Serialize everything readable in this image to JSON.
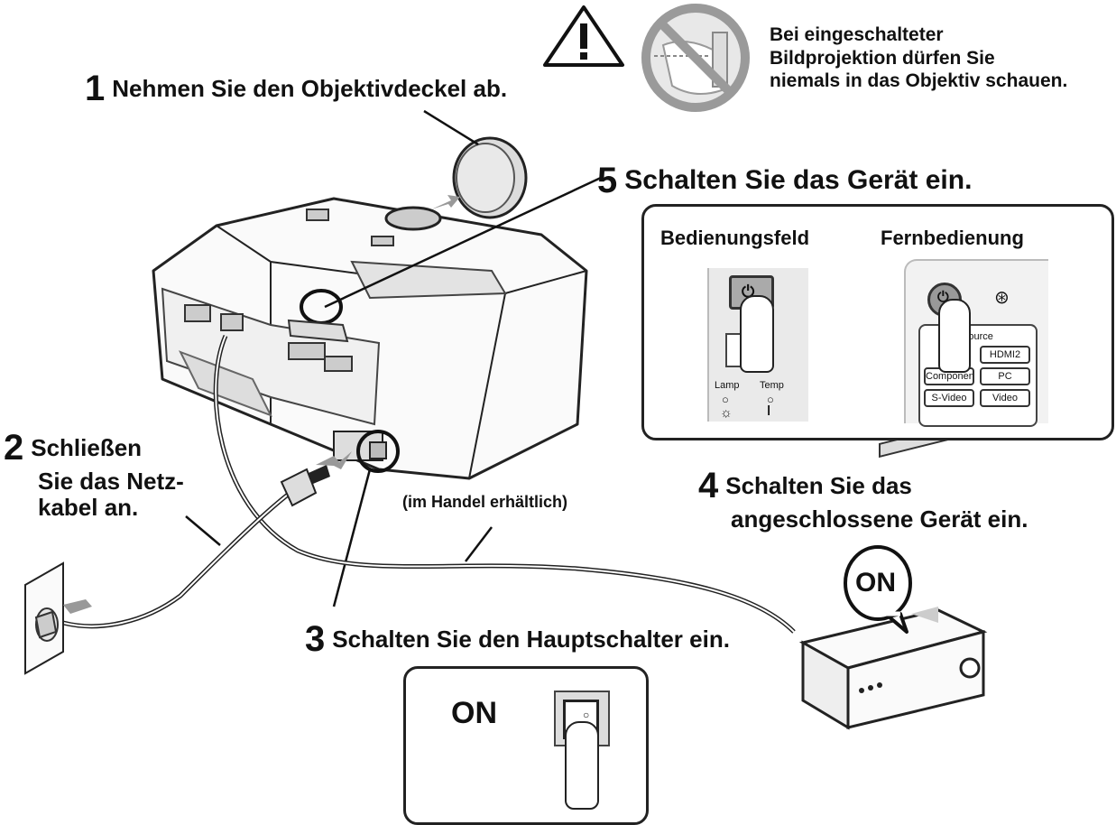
{
  "warning": {
    "lines": [
      "Bei eingeschalteter",
      "Bildprojektion dürfen Sie",
      "niemals in das Objektiv schauen."
    ]
  },
  "steps": {
    "s1": {
      "num": "1",
      "text": "Nehmen Sie den Objektivdeckel ab."
    },
    "s2": {
      "num": "2",
      "lines": [
        "Schließen",
        "Sie das Netz-",
        "kabel an."
      ]
    },
    "s3": {
      "num": "3",
      "text": "Schalten Sie den Hauptschalter ein."
    },
    "s4": {
      "num": "4",
      "lines": [
        "Schalten Sie das",
        "angeschlossene Gerät ein."
      ]
    },
    "s5": {
      "num": "5",
      "text": "Schalten Sie das Gerät ein."
    }
  },
  "cable_label": "(im Handel erhältlich)",
  "panel": {
    "left_label": "Bedienungsfeld",
    "right_label": "Fernbedienung",
    "lamp_label": "Lamp",
    "temp_label": "Temp",
    "source_label": "Source",
    "keys": [
      "HDMI2",
      "Component",
      "PC",
      "S-Video",
      "Video"
    ]
  },
  "on_labels": {
    "switch": "ON",
    "device": "ON"
  },
  "icons": [
    "warning-triangle-icon",
    "no-look-icon",
    "power-icon",
    "sun-icon",
    "thermometer-icon",
    "hand-icon"
  ]
}
